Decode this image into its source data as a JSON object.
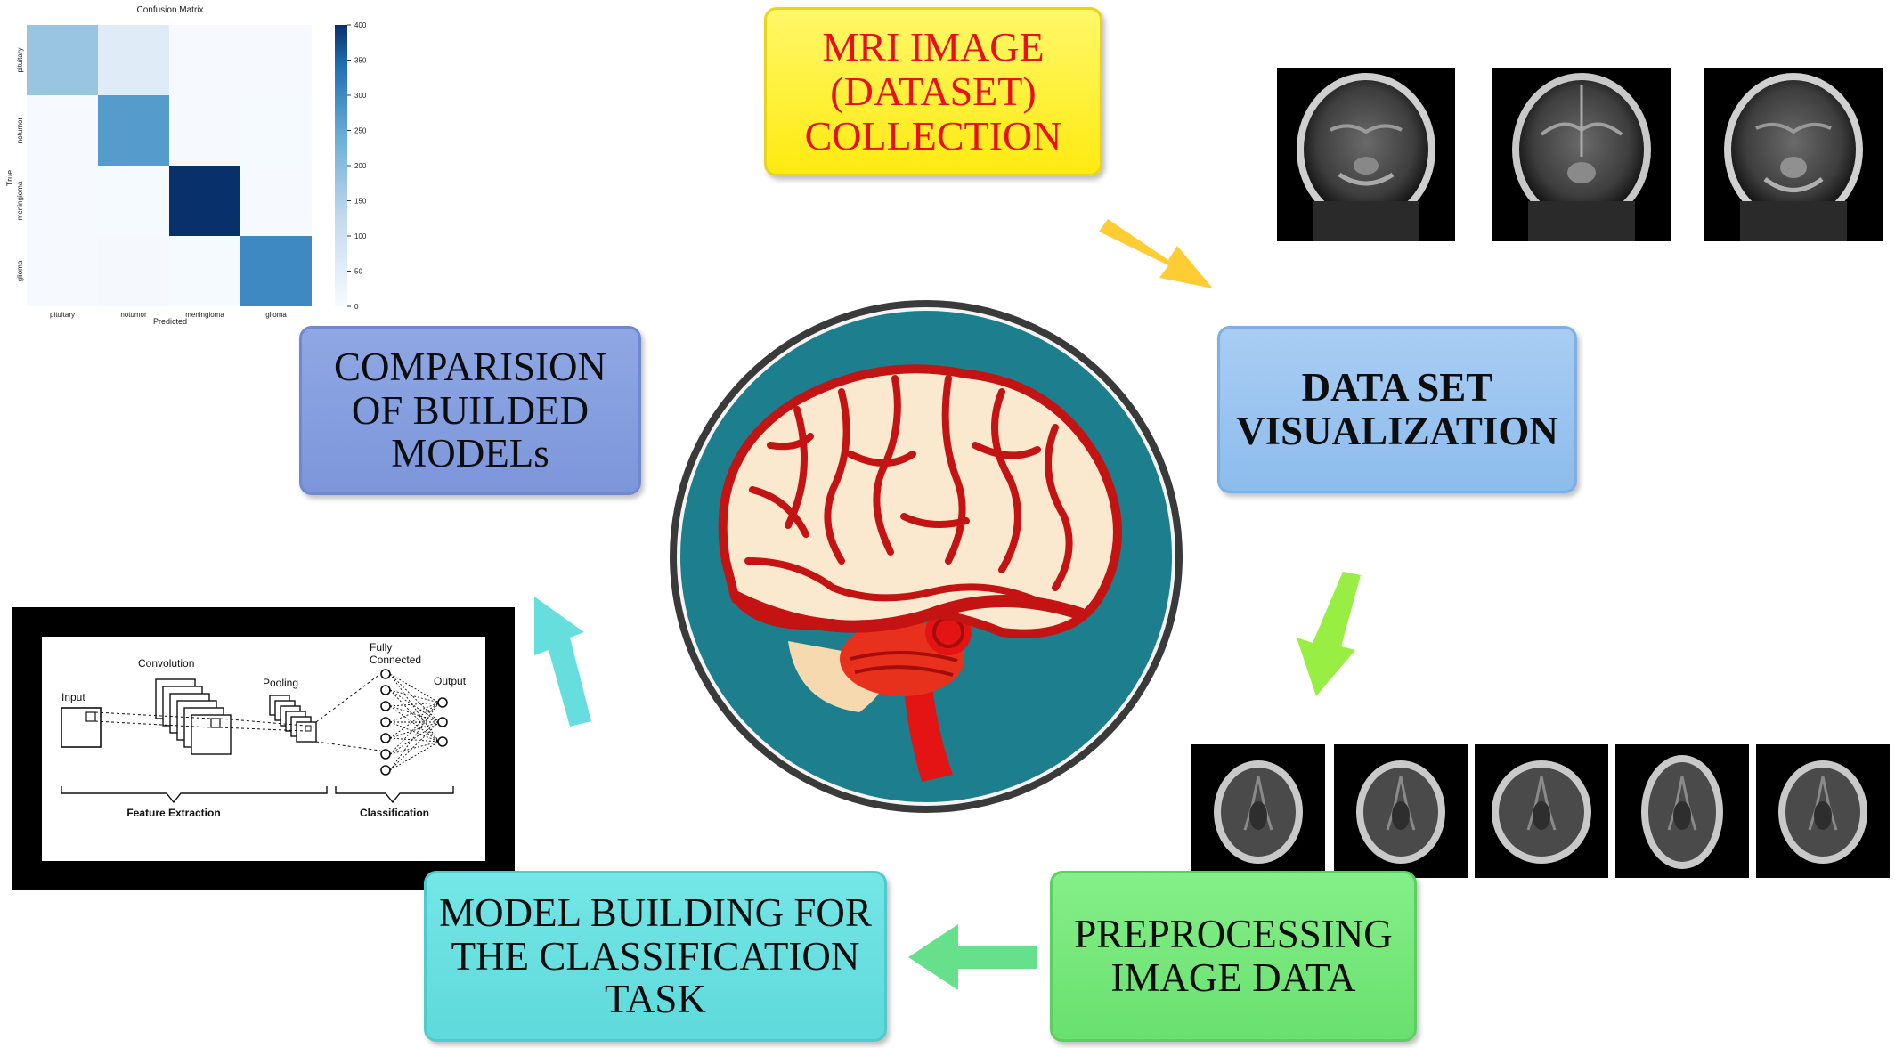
{
  "stages": {
    "mri_collection": {
      "lines": [
        "MRI IMAGE",
        "(DATASET)",
        "COLLECTION"
      ],
      "color": "#e8101a"
    },
    "dataset_visualization": {
      "lines": [
        "DATA SET",
        "VISUALIZATION"
      ]
    },
    "preprocessing": {
      "lines": [
        "PREPROCESSING",
        "IMAGE DATA"
      ]
    },
    "model_building": {
      "lines": [
        "MODEL BUILDING FOR",
        "THE CLASSIFICATION",
        "TASK"
      ]
    },
    "comparison": {
      "lines": [
        "COMPARISION",
        "OF BUILDED",
        "MODELs"
      ]
    }
  },
  "arrows": {
    "mri_to_vis": "#ffcc33",
    "vis_to_pre": "#99ee44",
    "pre_to_model": "#66e08a",
    "model_to_comp": "#66dede"
  },
  "center_icon": "brain-icon",
  "cnn_diagram": {
    "input": "Input",
    "convolution": "Convolution",
    "pooling": "Pooling",
    "fully_connected_1": "Fully",
    "fully_connected_2": "Connected",
    "output": "Output",
    "feature_extraction": "Feature Extraction",
    "classification": "Classification"
  },
  "confusion_matrix": {
    "title": "Confusion Matrix",
    "xlabel": "Predicted",
    "ylabel": "True",
    "classes": [
      "pituitary",
      "notumor",
      "meningioma",
      "glioma"
    ],
    "colorbar_ticks": [
      "400",
      "350",
      "300",
      "250",
      "200",
      "150",
      "100",
      "50",
      "0"
    ]
  },
  "chart_data": {
    "type": "heatmap",
    "title": "Confusion Matrix",
    "xlabel": "Predicted",
    "ylabel": "True",
    "x_categories": [
      "pituitary",
      "notumor",
      "meningioma",
      "glioma"
    ],
    "y_categories": [
      "pituitary",
      "notumor",
      "meningioma",
      "glioma"
    ],
    "values": [
      [
        180,
        60,
        2,
        3
      ],
      [
        3,
        270,
        2,
        4
      ],
      [
        2,
        5,
        405,
        3
      ],
      [
        3,
        6,
        4,
        300
      ]
    ],
    "colorbar_range": [
      0,
      400
    ],
    "colormap": "Blues"
  }
}
